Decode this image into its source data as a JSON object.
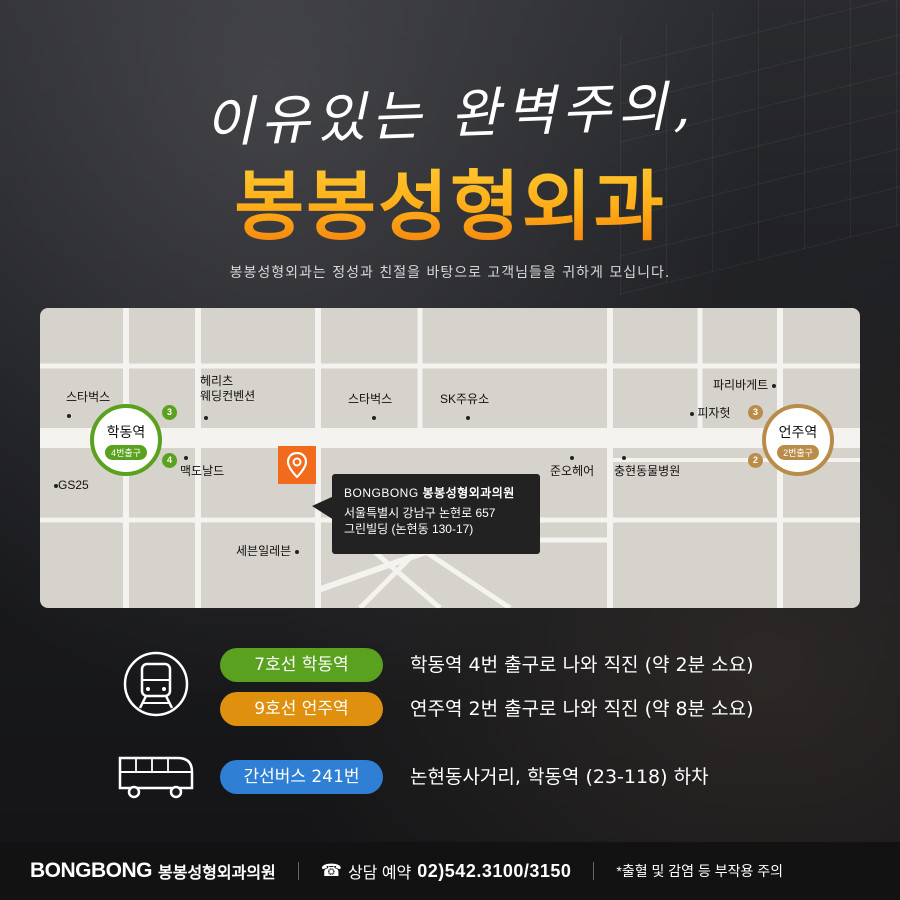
{
  "header": {
    "slogan": "이유있는 완벽주의,",
    "title": "봉봉성형외과",
    "subtitle": "봉봉성형외과는 정성과 친절을 바탕으로 고객님들을 귀하게 모십니다."
  },
  "map": {
    "pois": {
      "starbucks_left": "스타벅스",
      "herich": "헤리츠",
      "herich2": "웨딩컨벤션",
      "starbucks_mid": "스타벅스",
      "sk": "SK주유소",
      "paris": "파리바게트",
      "pizza": "피자헛",
      "gs25": "GS25",
      "mcd": "맥도날드",
      "junohair": "준오헤어",
      "animal": "충현동물병원",
      "seven": "세븐일레븐"
    },
    "stations": {
      "left": {
        "name": "학동역",
        "exit": "4번출구"
      },
      "right": {
        "name": "언주역",
        "exit": "2번출구"
      }
    },
    "exit_numbers": {
      "l3": "3",
      "l4": "4",
      "r3": "3",
      "r2": "2"
    },
    "callout": {
      "brand_en": "BONGBONG",
      "brand_ko": "봉봉성형외과의원",
      "address1": "서울특별시 강남구 논현로 657",
      "address2": "그린빌딩 (논현동 130-17)"
    }
  },
  "transport": {
    "line7": {
      "label": "7호선 학동역",
      "desc": "학동역 4번 출구로 나와 직진 (약 2분 소요)"
    },
    "line9": {
      "label": "9호선 언주역",
      "desc": "연주역 2번 출구로 나와 직진 (약 8분 소요)"
    },
    "bus": {
      "label": "간선버스 241번",
      "desc": "논현동사거리, 학동역 (23-118) 하차"
    }
  },
  "icons": [
    "train-icon",
    "bus-icon",
    "map-pin-icon",
    "phone-icon"
  ],
  "colors": {
    "accent_orange": "#f26a1b",
    "title_gold": "#ffb21c",
    "line7_green": "#5aa11f",
    "line9_orange": "#e0900f",
    "bus_blue": "#2f7fd4"
  },
  "footer": {
    "brand": "BONGBONG",
    "clinic": "봉봉성형외과의원",
    "phone_label": "상담 예약",
    "phone_number": "02)542.3100/3150",
    "notice": "*출혈 및 감염 등 부작용 주의"
  }
}
